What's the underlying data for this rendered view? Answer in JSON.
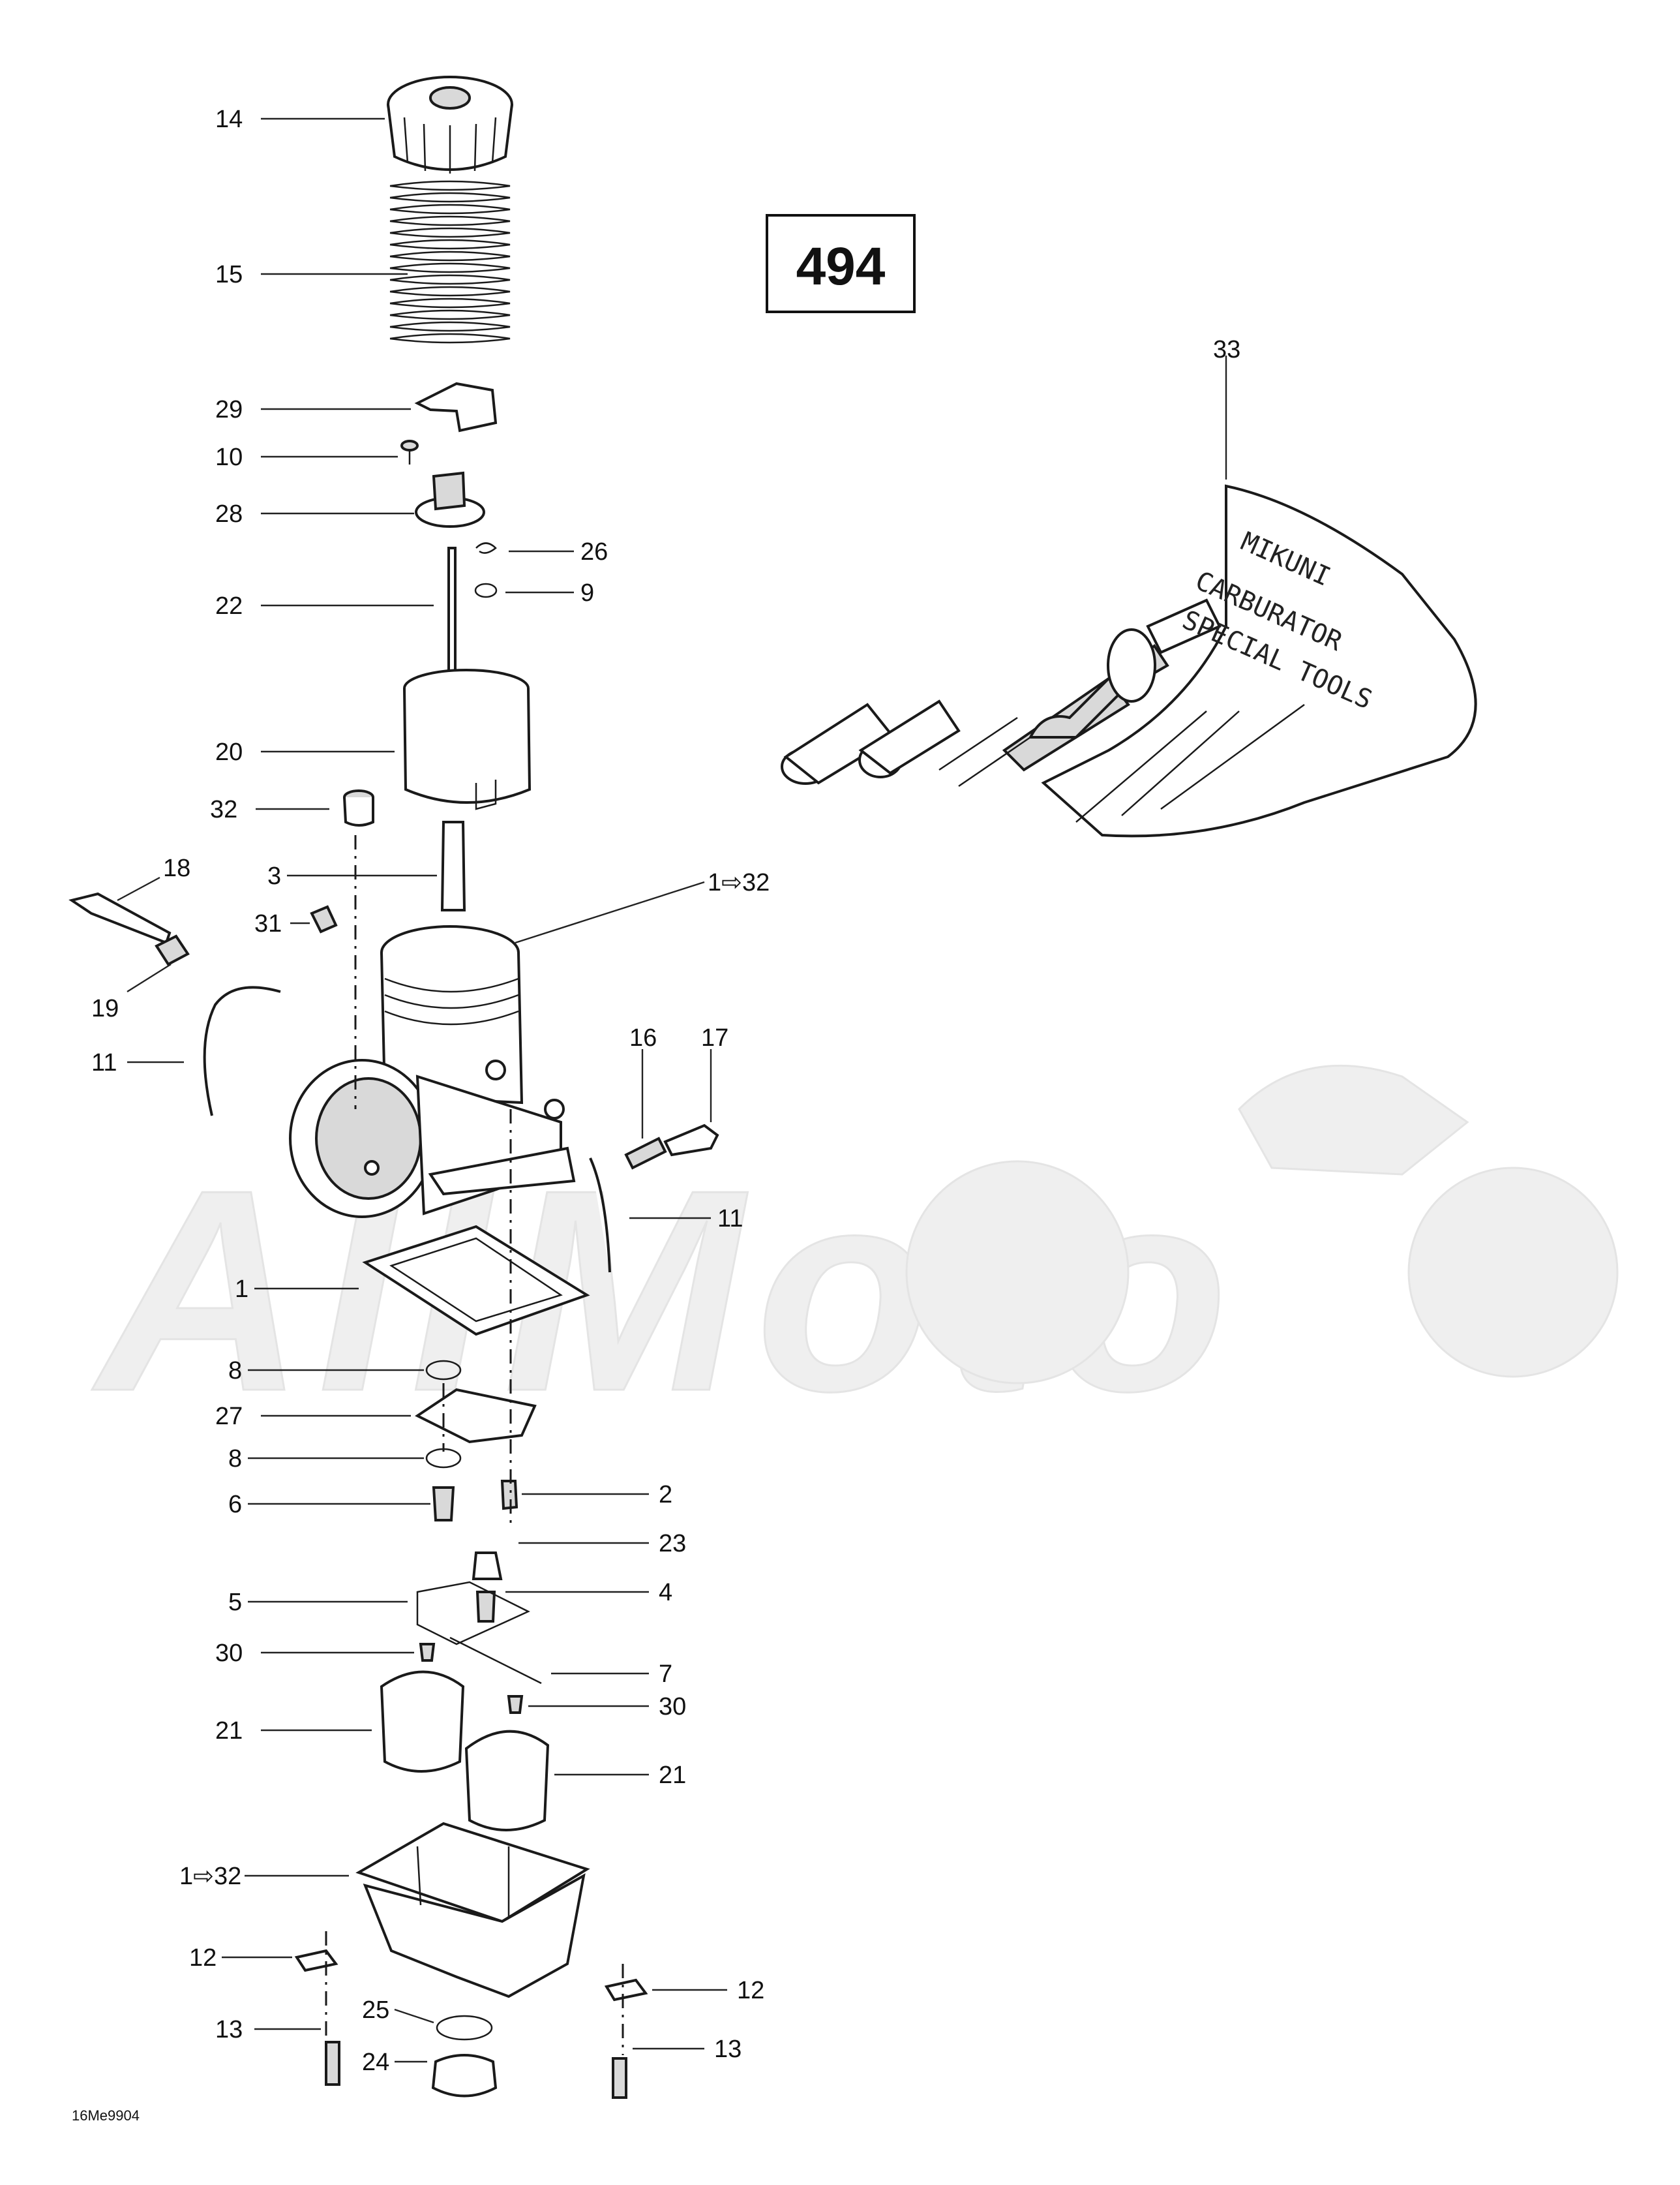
{
  "diagram": {
    "page_number": "494",
    "drawing_code": "16Me9904",
    "watermark_text": "AllMoto",
    "tool_kit_text": [
      "MIKUNI",
      "CARBURATOR",
      "SPECIAL TOOLS"
    ],
    "labels": [
      {
        "id": "l14",
        "text": "14"
      },
      {
        "id": "l15",
        "text": "15"
      },
      {
        "id": "l29",
        "text": "29"
      },
      {
        "id": "l10",
        "text": "10"
      },
      {
        "id": "l28",
        "text": "28"
      },
      {
        "id": "l26",
        "text": "26"
      },
      {
        "id": "l22",
        "text": "22"
      },
      {
        "id": "l9",
        "text": "9"
      },
      {
        "id": "l20",
        "text": "20"
      },
      {
        "id": "l32",
        "text": "32"
      },
      {
        "id": "l3",
        "text": "3"
      },
      {
        "id": "l18",
        "text": "18"
      },
      {
        "id": "l1to32a",
        "text": "1⇨32"
      },
      {
        "id": "l31",
        "text": "31"
      },
      {
        "id": "l19",
        "text": "19"
      },
      {
        "id": "l11a",
        "text": "11"
      },
      {
        "id": "l16",
        "text": "16"
      },
      {
        "id": "l17",
        "text": "17"
      },
      {
        "id": "l11b",
        "text": "11"
      },
      {
        "id": "l1",
        "text": "1"
      },
      {
        "id": "l8a",
        "text": "8"
      },
      {
        "id": "l27",
        "text": "27"
      },
      {
        "id": "l8b",
        "text": "8"
      },
      {
        "id": "l2",
        "text": "2"
      },
      {
        "id": "l6",
        "text": "6"
      },
      {
        "id": "l23",
        "text": "23"
      },
      {
        "id": "l5",
        "text": "5"
      },
      {
        "id": "l4",
        "text": "4"
      },
      {
        "id": "l30a",
        "text": "30"
      },
      {
        "id": "l7",
        "text": "7"
      },
      {
        "id": "l30b",
        "text": "30"
      },
      {
        "id": "l21a",
        "text": "21"
      },
      {
        "id": "l21b",
        "text": "21"
      },
      {
        "id": "l1to32b",
        "text": "1⇨32"
      },
      {
        "id": "l12a",
        "text": "12"
      },
      {
        "id": "l12b",
        "text": "12"
      },
      {
        "id": "l25",
        "text": "25"
      },
      {
        "id": "l13a",
        "text": "13"
      },
      {
        "id": "l13b",
        "text": "13"
      },
      {
        "id": "l24",
        "text": "24"
      },
      {
        "id": "l33",
        "text": "33"
      }
    ]
  }
}
